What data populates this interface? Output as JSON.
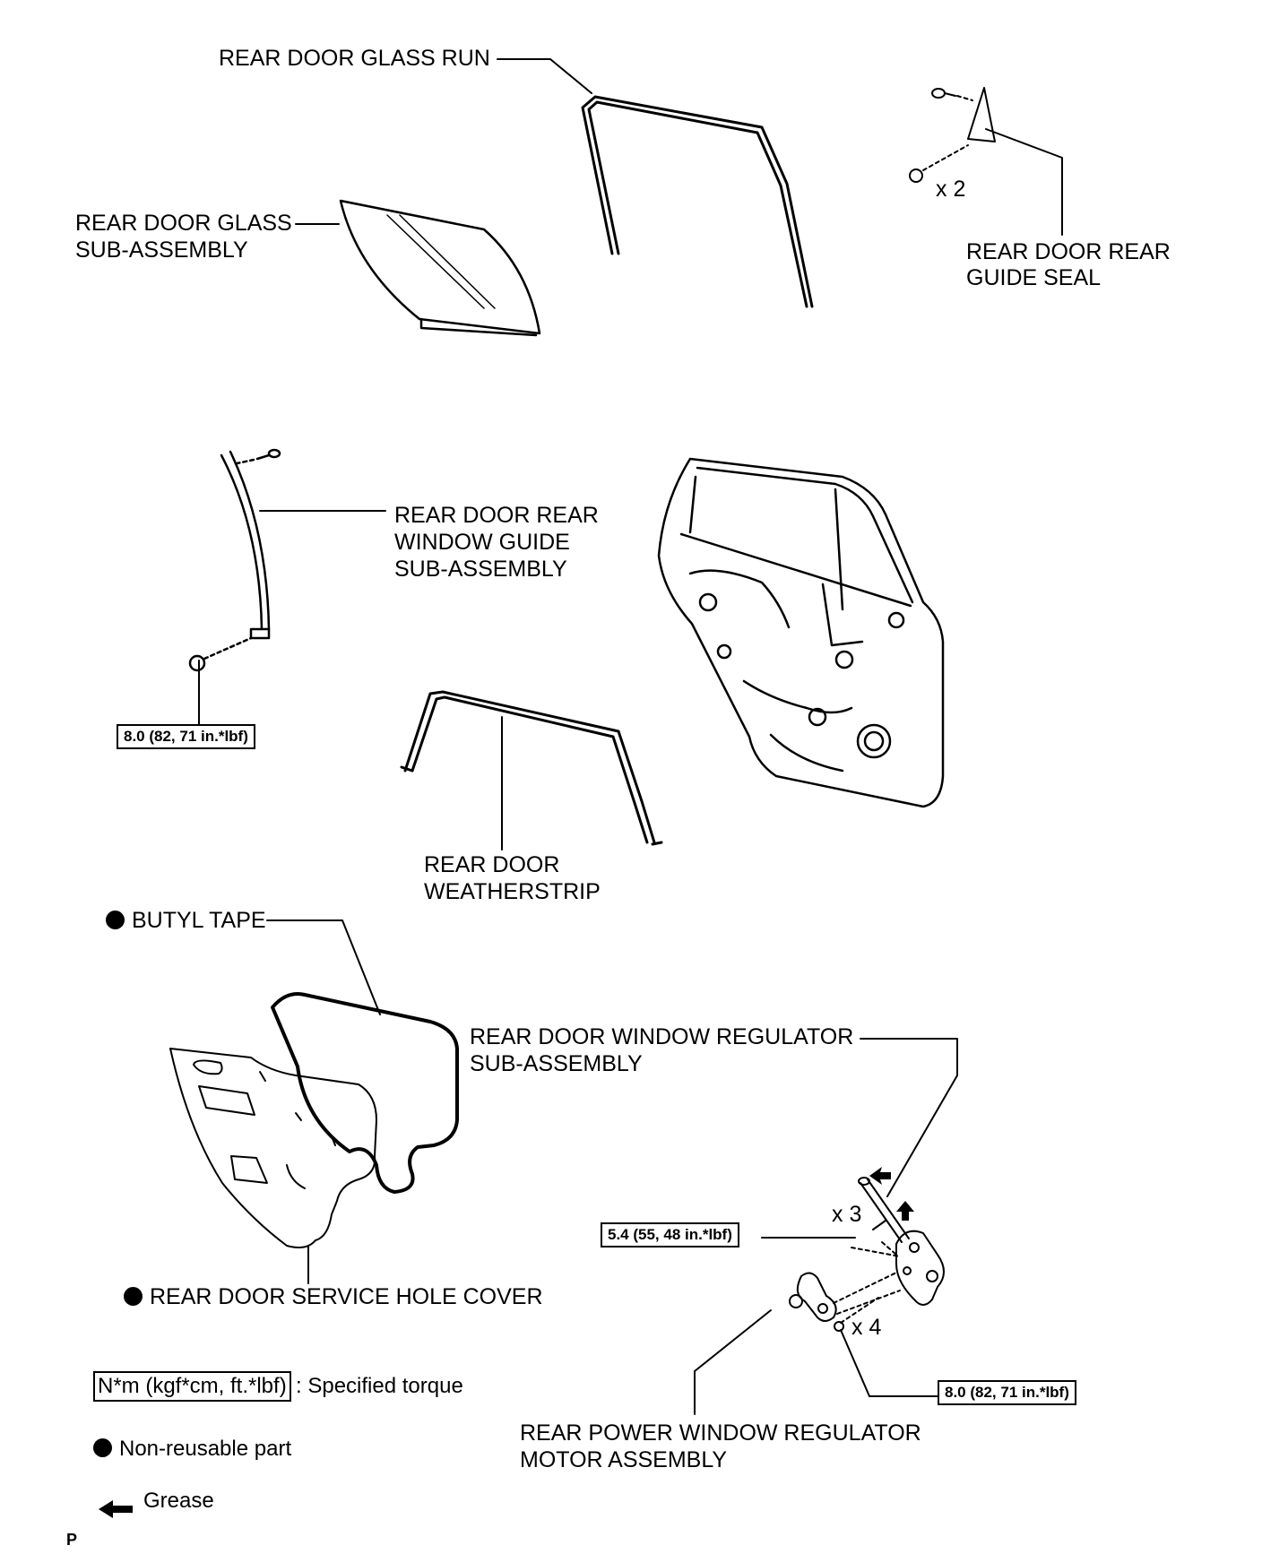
{
  "labels": {
    "glass_run": "REAR DOOR GLASS RUN",
    "glass_sub_1": "REAR DOOR GLASS",
    "glass_sub_2": "SUB-ASSEMBLY",
    "guide_seal_1": "REAR DOOR REAR",
    "guide_seal_2": "GUIDE SEAL",
    "guide_seal_qty": "x 2",
    "window_guide_1": "REAR DOOR REAR",
    "window_guide_2": "WINDOW GUIDE",
    "window_guide_3": "SUB-ASSEMBLY",
    "weatherstrip_1": "REAR DOOR",
    "weatherstrip_2": "WEATHERSTRIP",
    "butyl_tape": "BUTYL TAPE",
    "service_hole_cover": "REAR DOOR SERVICE HOLE COVER",
    "regulator_1": "REAR DOOR WINDOW REGULATOR",
    "regulator_2": "SUB-ASSEMBLY",
    "regulator_qty": "x 3",
    "motor_1": "REAR POWER WINDOW REGULATOR",
    "motor_2": "MOTOR ASSEMBLY",
    "motor_qty": "x 4"
  },
  "torques": {
    "window_guide": "8.0 (82, 71 in.*lbf)",
    "regulator": "5.4 (55, 48 in.*lbf)",
    "motor": "8.0 (82, 71 in.*lbf)"
  },
  "legend": {
    "torque_units": "N*m (kgf*cm, ft.*lbf)",
    "torque_text": ": Specified torque",
    "non_reusable": "Non-reusable part",
    "grease": "Grease"
  },
  "footer": "P"
}
